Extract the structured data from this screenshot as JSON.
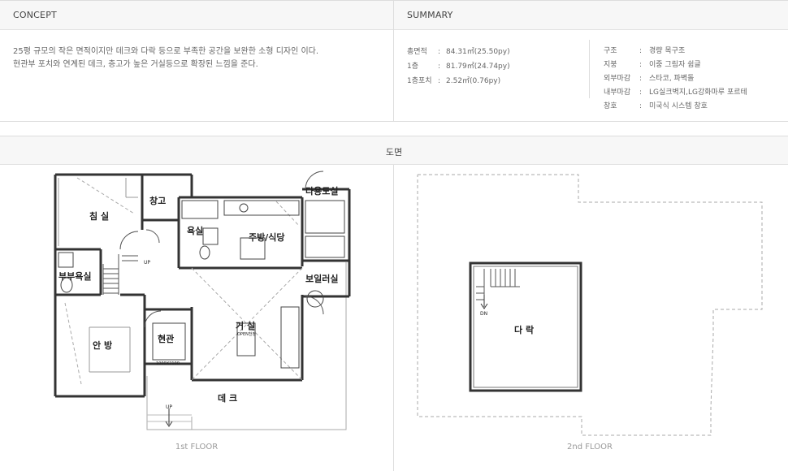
{
  "concept": {
    "heading": "CONCEPT",
    "line1": "25평 규모의 작은 면적이지만 데크와 다락 등으로 부족한 공간을 보완한 소형 디자인 이다.",
    "line2": "현관부 포치와 연계된 데크, 층고가 높은 거실등으로 확장된 느낌을 준다."
  },
  "summary": {
    "heading": "SUMMARY",
    "areas": [
      {
        "label": "총면적",
        "value": "84.31㎡(25.50py)"
      },
      {
        "label": "1층",
        "value": "81.79㎡(24.74py)"
      },
      {
        "label": "1층포치",
        "value": "2.52㎡(0.76py)"
      }
    ],
    "specs": [
      {
        "label": "구조",
        "value": "경량 목구조"
      },
      {
        "label": "지붕",
        "value": "이중 그림자 쉼글"
      },
      {
        "label": "외부마감",
        "value": "스타코, 파벽돌"
      },
      {
        "label": "내부마감",
        "value": "LG실크벽지,LG강화마루 포르테"
      },
      {
        "label": "창호",
        "value": "미국식 시스템 창호"
      }
    ]
  },
  "plan": {
    "heading": "도면",
    "first_floor": {
      "caption": "1st FLOOR",
      "rooms": {
        "bedroom": "침 실",
        "storage": "창고",
        "utility": "다용도실",
        "bath": "욕실",
        "kitchen": "주방/식당",
        "couple_bath": "부부욕실",
        "boiler": "보일러실",
        "living": "거 실",
        "living_note": "OPEN천정",
        "entrance": "현관",
        "master": "안 방",
        "deck": "데 크",
        "door_size": "1000X2100",
        "up1": "UP",
        "up2": "UP"
      }
    },
    "second_floor": {
      "caption": "2nd FLOOR",
      "rooms": {
        "attic": "다 락",
        "down": "DN"
      }
    }
  }
}
